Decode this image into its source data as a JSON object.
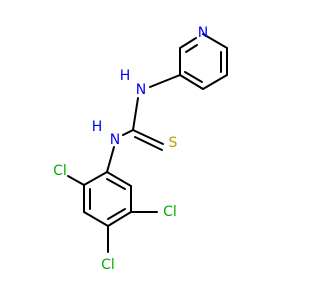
{
  "molecule": {
    "atoms": {
      "n_pyridine": {
        "label": "N",
        "color": "#0000ff"
      },
      "n_amine_top": {
        "label": "N",
        "color": "#0000ff"
      },
      "h_amine_top": {
        "label": "H",
        "color": "#0000ff"
      },
      "n_amine_bottom": {
        "label": "N",
        "color": "#0000ff"
      },
      "h_amine_bottom": {
        "label": "H",
        "color": "#0000ff"
      },
      "s_thione": {
        "label": "S",
        "color": "#b8a100"
      },
      "cl_ortho": {
        "label": "Cl",
        "color": "#00b000"
      },
      "cl_meta": {
        "label": "Cl",
        "color": "#00b000"
      },
      "cl_para": {
        "label": "Cl",
        "color": "#00b000"
      }
    },
    "bond_color": "#000000"
  }
}
